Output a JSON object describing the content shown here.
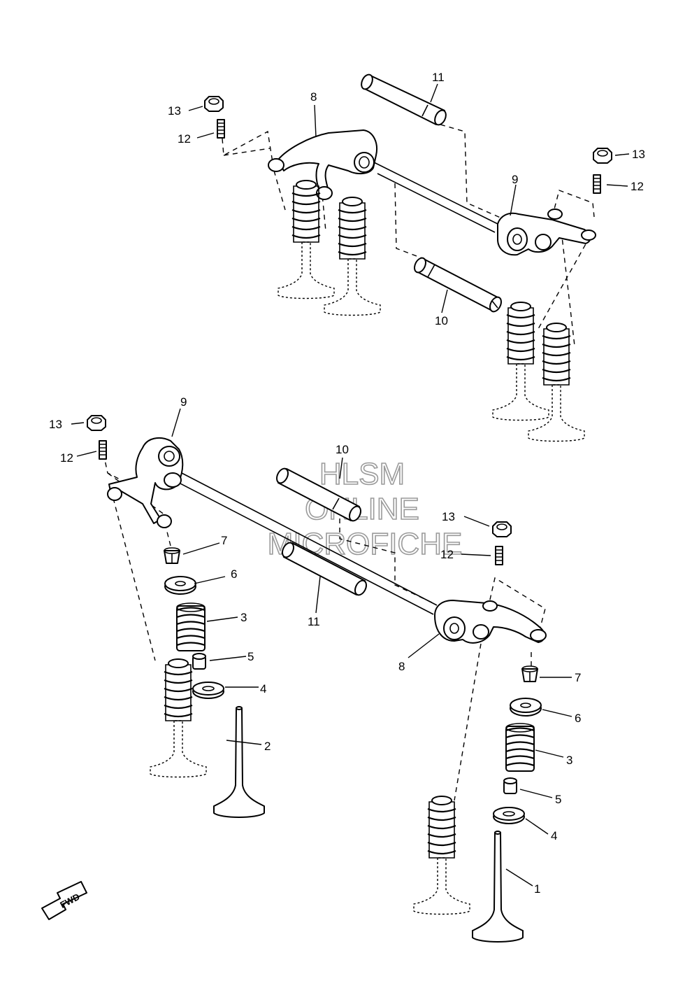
{
  "watermark": {
    "line1": "HLSM",
    "line2": "ONLINE",
    "line3": "MICROFICHE"
  },
  "fwd_label": "FWD",
  "callouts": {
    "c1": "1",
    "c2": "2",
    "c3a": "3",
    "c3b": "3",
    "c4a": "4",
    "c4b": "4",
    "c5a": "5",
    "c5b": "5",
    "c6a": "6",
    "c6b": "6",
    "c7a": "7",
    "c7b": "7",
    "c8a": "8",
    "c8b": "8",
    "c9a": "9",
    "c9b": "9",
    "c10a": "10",
    "c10b": "10",
    "c11a": "11",
    "c11b": "11",
    "c12a": "12",
    "c12b": "12",
    "c12c": "12",
    "c12d": "12",
    "c13a": "13",
    "c13b": "13",
    "c13c": "13",
    "c13d": "13"
  }
}
